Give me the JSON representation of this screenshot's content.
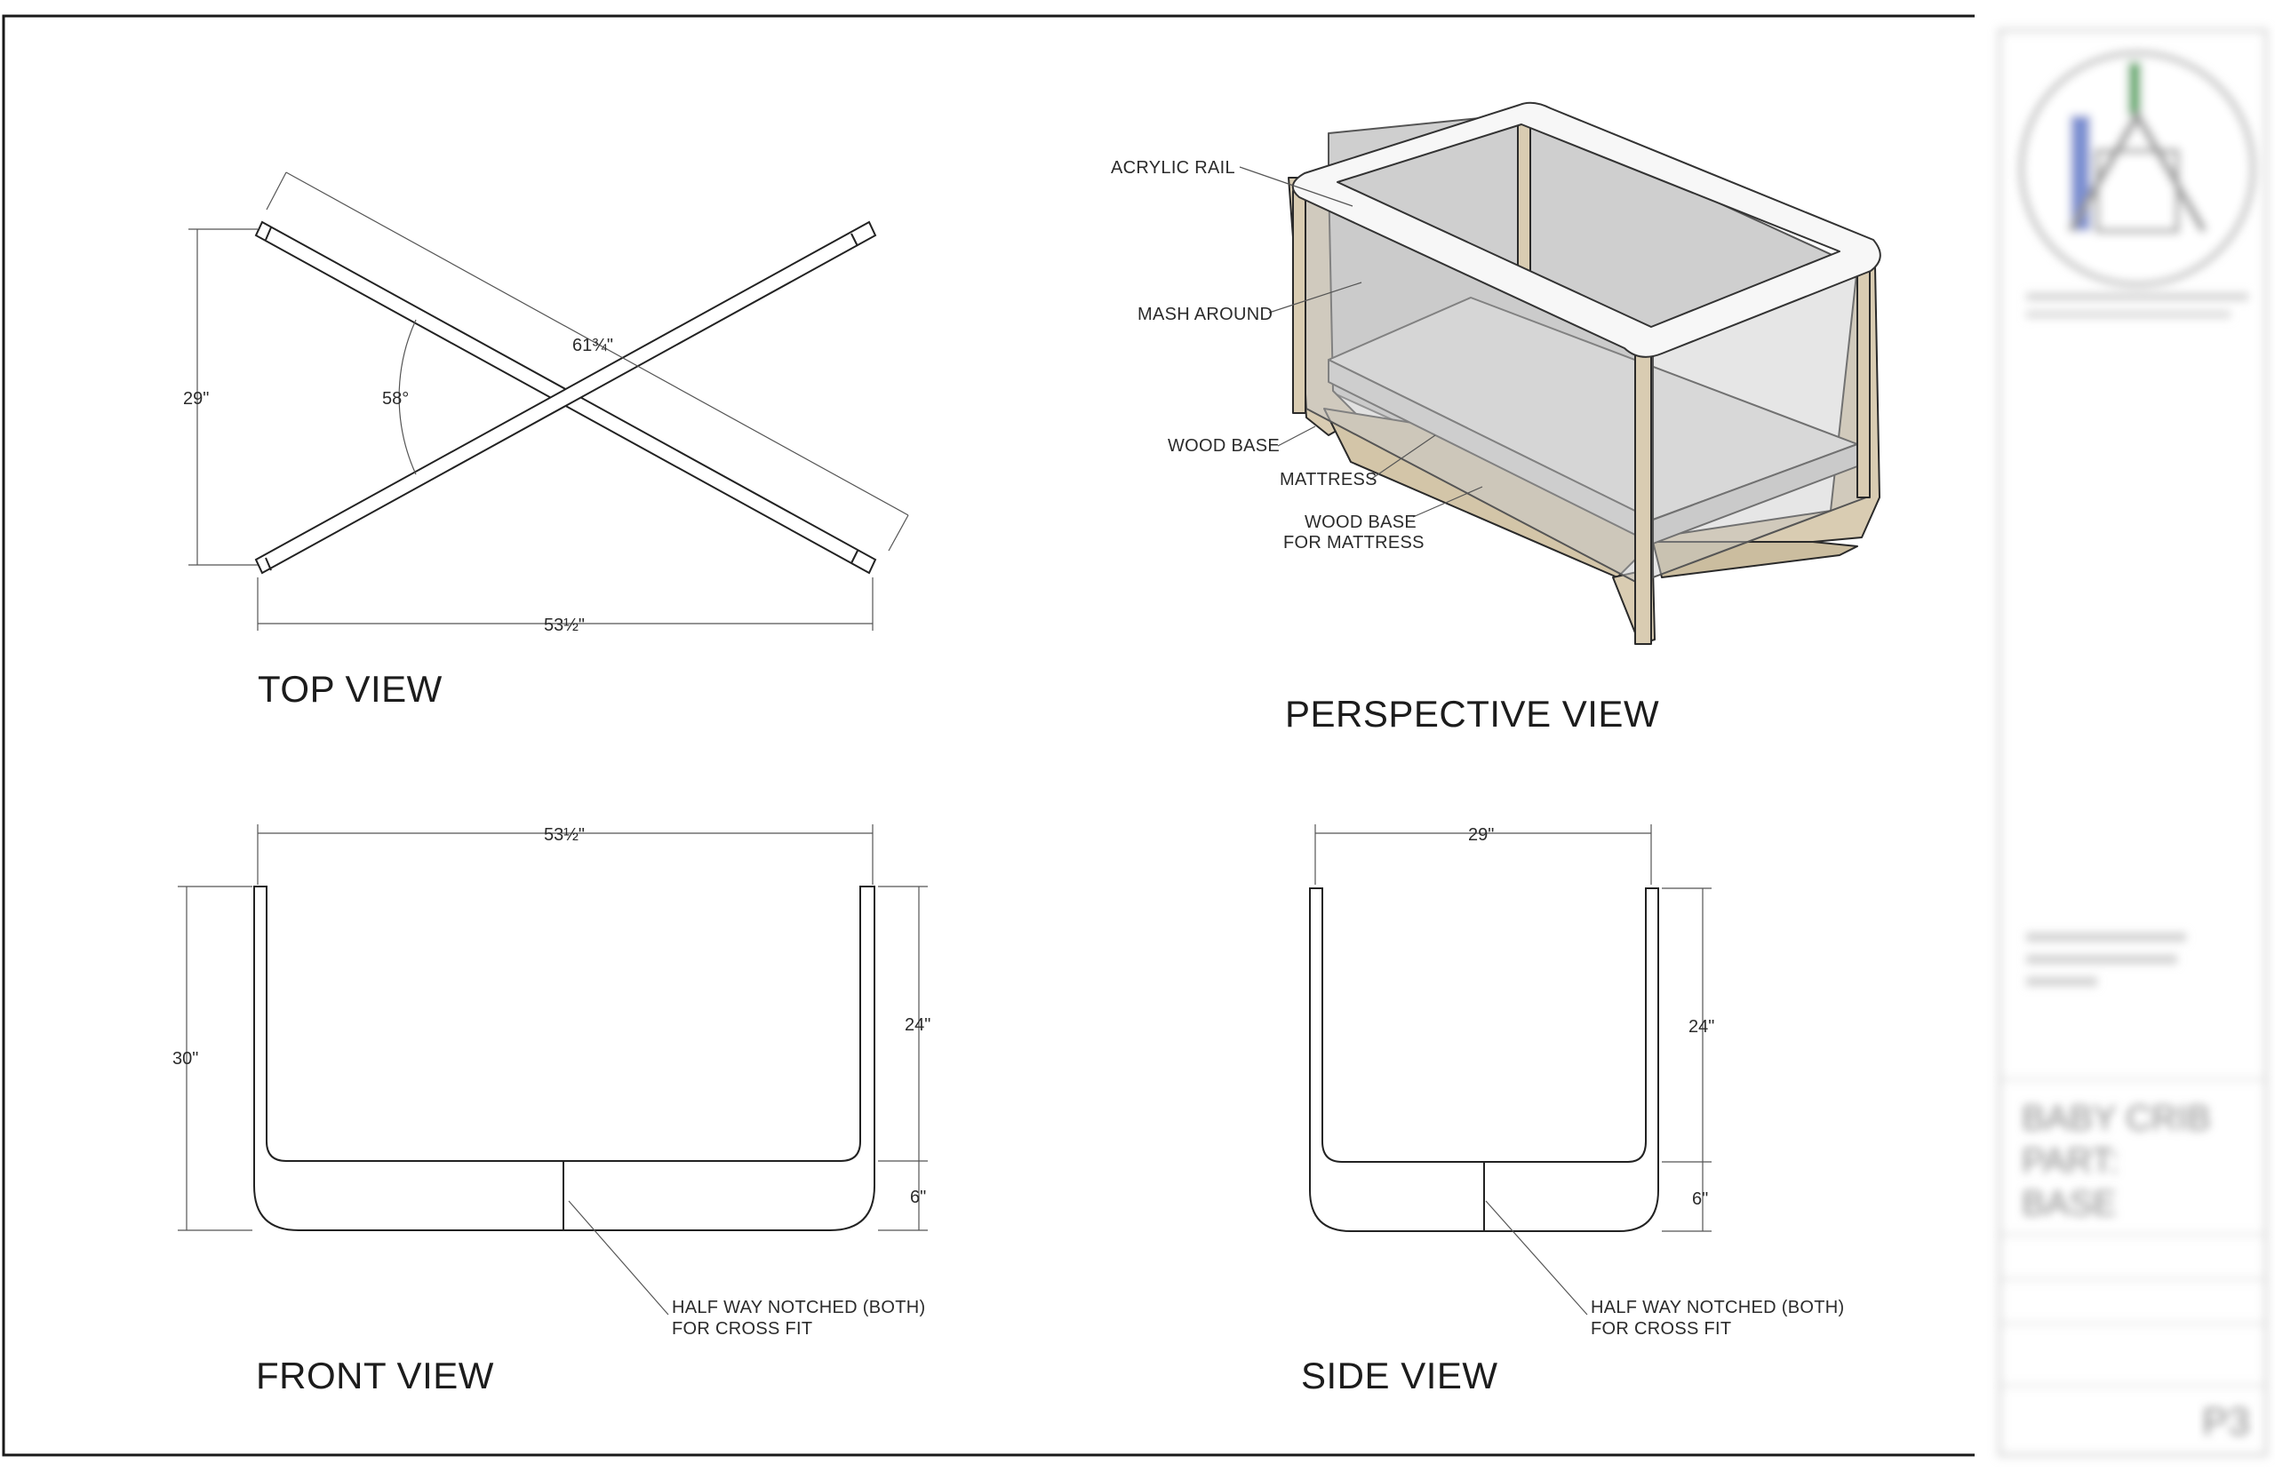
{
  "views": {
    "top": {
      "title": "TOP VIEW",
      "dim_height": "29\"",
      "dim_angle": "58°",
      "dim_diagonal": "61¾\"",
      "dim_width": "53½\""
    },
    "perspective": {
      "title": "PERSPECTIVE VIEW",
      "callouts": {
        "acrylic_rail": "ACRYLIC RAIL",
        "mash_around": "MASH AROUND",
        "wood_base": "WOOD BASE",
        "mattress": "MATTRESS",
        "wood_base_mattress_1": "WOOD BASE",
        "wood_base_mattress_2": "FOR MATTRESS"
      }
    },
    "front": {
      "title": "FRONT VIEW",
      "dim_width": "53½\"",
      "dim_height": "30\"",
      "dim_upper": "24\"",
      "dim_lower": "6\"",
      "note_1": "HALF WAY NOTCHED (BOTH)",
      "note_2": "FOR CROSS FIT"
    },
    "side": {
      "title": "SIDE VIEW",
      "dim_width": "29\"",
      "dim_upper": "24\"",
      "dim_lower": "6\"",
      "note_1": "HALF WAY NOTCHED (BOTH)",
      "note_2": "FOR CROSS FIT"
    }
  },
  "title_block": {
    "project_line_1": "BABY CRIB",
    "project_line_2": "PART:",
    "project_line_3": "BASE",
    "sheet_number": "P3"
  },
  "colors": {
    "line": "#222222",
    "wood": "#d9ccb2",
    "mesh": "#c9c9c9",
    "mattress": "#e4e4e4"
  }
}
